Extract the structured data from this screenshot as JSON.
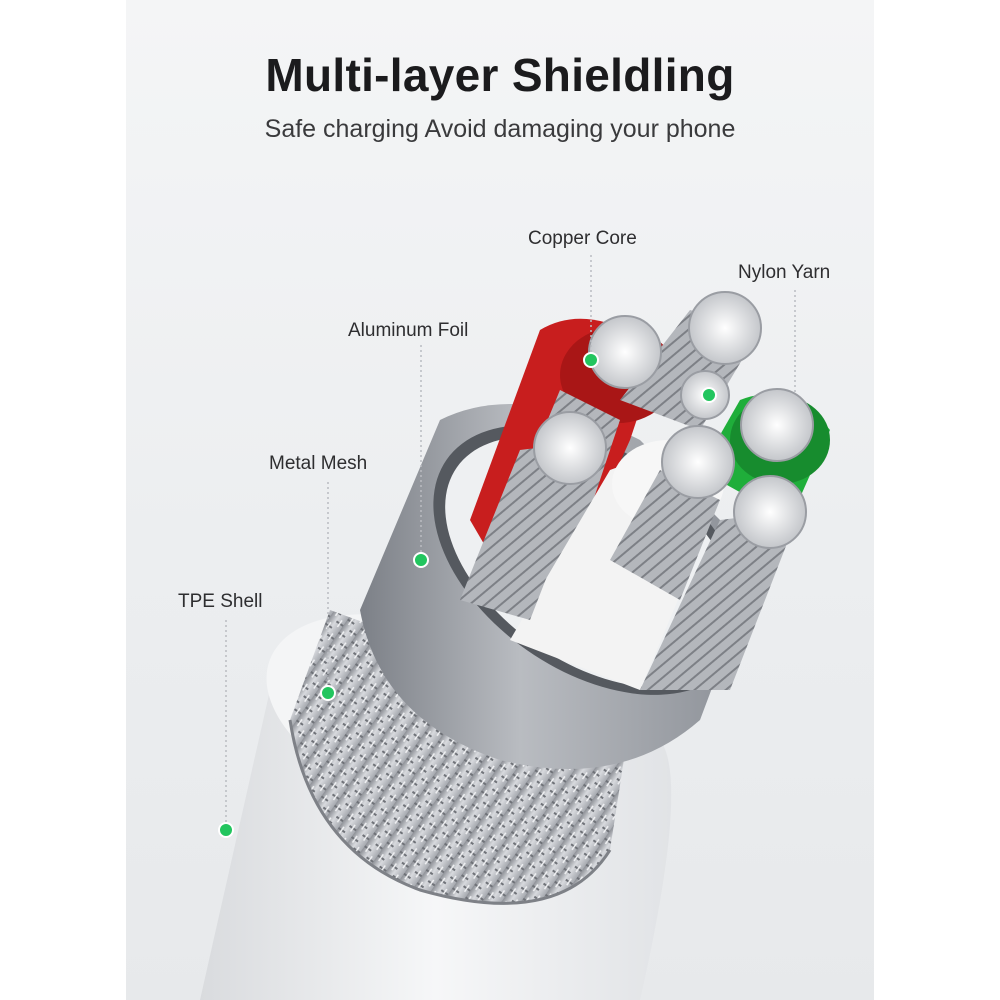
{
  "header": {
    "title": "Multi-layer Shieldling",
    "subtitle": "Safe charging Avoid damaging your phone"
  },
  "labels": {
    "copper_core": "Copper Core",
    "nylon_yarn": "Nylon Yarn",
    "aluminum_foil": "Aluminum Foil",
    "metal_mesh": "Metal Mesh",
    "tpe_shell": "TPE Shell"
  },
  "colors": {
    "accent_dot": "#22c55e",
    "background": "#eceef0",
    "red_wire": "#c81e1e",
    "green_wire": "#1fae3a",
    "white_wire": "#f3f3f3",
    "foil": "#9ea2a8"
  }
}
